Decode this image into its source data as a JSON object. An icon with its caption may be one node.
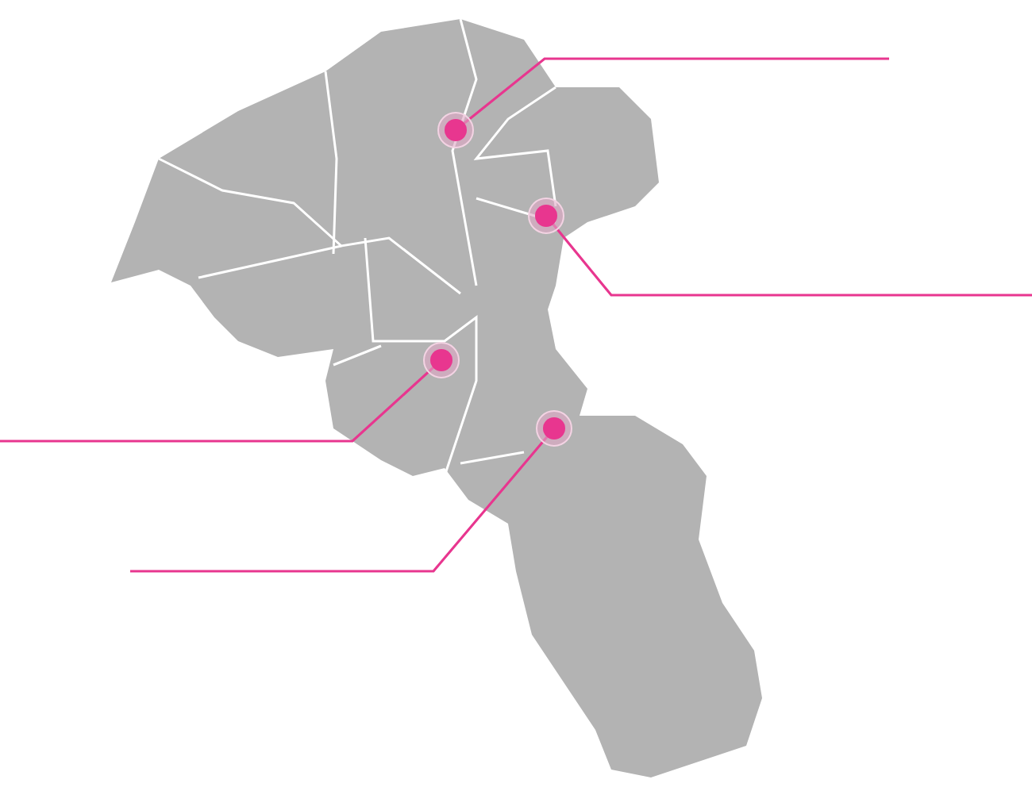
{
  "diagram": {
    "nodes": [
      {
        "text": [],
        "shape": "circle"
      },
      {
        "text": [],
        "shape": "circle"
      },
      {
        "text": [],
        "shape": "circle"
      },
      {
        "text": [],
        "shape": "circle"
      }
    ],
    "edges": [
      {
        "from": null,
        "to": 0,
        "arrow": "none"
      },
      {
        "from": null,
        "to": 1,
        "arrow": "none"
      },
      {
        "from": null,
        "to": 2,
        "arrow": "none"
      },
      {
        "from": null,
        "to": 3,
        "arrow": "none"
      }
    ]
  }
}
